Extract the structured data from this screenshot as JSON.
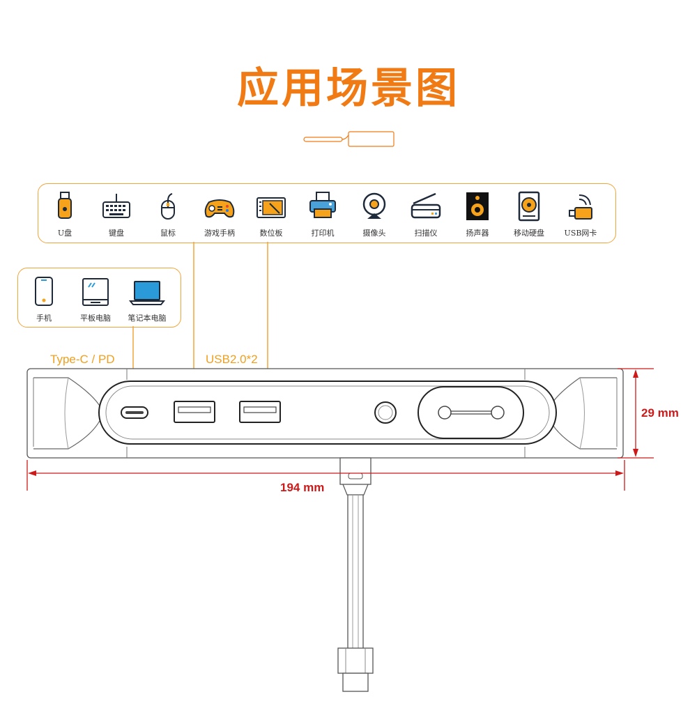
{
  "title": "应用场景图",
  "devices_top": [
    {
      "label": "U盘",
      "icon": "usb-drive-icon"
    },
    {
      "label": "键盘",
      "icon": "keyboard-icon"
    },
    {
      "label": "鼠标",
      "icon": "mouse-icon"
    },
    {
      "label": "游戏手柄",
      "icon": "gamepad-icon"
    },
    {
      "label": "数位板",
      "icon": "drawing-tablet-icon"
    },
    {
      "label": "打印机",
      "icon": "printer-icon"
    },
    {
      "label": "摄像头",
      "icon": "webcam-icon"
    },
    {
      "label": "扫描仪",
      "icon": "scanner-icon"
    },
    {
      "label": "扬声器",
      "icon": "speaker-icon"
    },
    {
      "label": "移动硬盘",
      "icon": "external-hdd-icon"
    },
    {
      "label": "USB网卡",
      "icon": "usb-wifi-adapter-icon"
    }
  ],
  "devices_left": [
    {
      "label": "手机",
      "icon": "phone-icon"
    },
    {
      "label": "平板电脑",
      "icon": "tablet-icon"
    },
    {
      "label": "笔记本电脑",
      "icon": "laptop-icon"
    }
  ],
  "ports": {
    "typec_label": "Type-C / PD",
    "usb_label": "USB2.0*2"
  },
  "dimensions": {
    "height_label": "29 mm",
    "width_label": "194 mm"
  },
  "colors": {
    "accent_orange": "#f07a14",
    "panel_border": "#f0a53a",
    "dimension_red": "#cc1a1a",
    "icon_dark": "#1e2a3a"
  }
}
